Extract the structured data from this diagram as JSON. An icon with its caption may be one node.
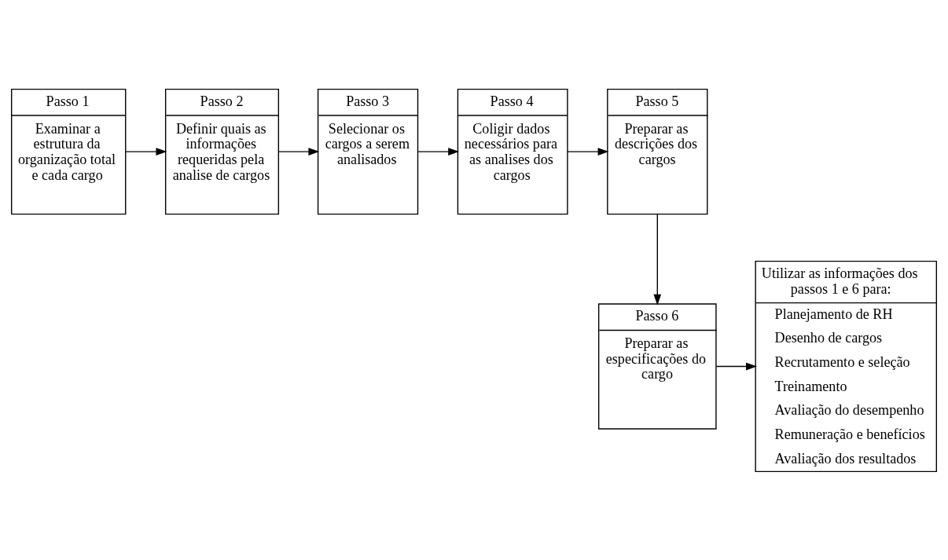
{
  "diagram": {
    "nodes": [
      {
        "text": [
          "Passo 1",
          "Examinar a estrutura da organização total e cada cargo"
        ]
      },
      {
        "text": [
          "Passo 2",
          "Definir quais as informações requeridas pela analise de cargos"
        ]
      },
      {
        "text": [
          "Passo 3",
          "Selecionar os cargos a serem analisados"
        ]
      },
      {
        "text": [
          "Passo 4",
          "Coligir dados necessários para as analises dos cargos"
        ]
      },
      {
        "text": [
          "Passo 5",
          "Preparar as descrições dos cargos"
        ]
      },
      {
        "text": [
          "Passo 6",
          "Preparar as especificações do cargo"
        ]
      },
      {
        "text": [
          "Utilizar as informações dos passos 1 e 6 para:",
          "Planejamento de RH",
          "Desenho de cargos",
          "Recrutamento e seleção",
          "Treinamento",
          "Avaliação do desempenho",
          "Remuneração e benefícios",
          "Avaliação dos resultados"
        ]
      }
    ],
    "edges": [
      {
        "from": 0,
        "to": 1,
        "arrow": "to"
      },
      {
        "from": 1,
        "to": 2,
        "arrow": "to"
      },
      {
        "from": 2,
        "to": 3,
        "arrow": "to"
      },
      {
        "from": 3,
        "to": 4,
        "arrow": "to"
      },
      {
        "from": 4,
        "to": 5,
        "arrow": "to"
      },
      {
        "from": 5,
        "to": 6,
        "arrow": "to"
      }
    ]
  }
}
